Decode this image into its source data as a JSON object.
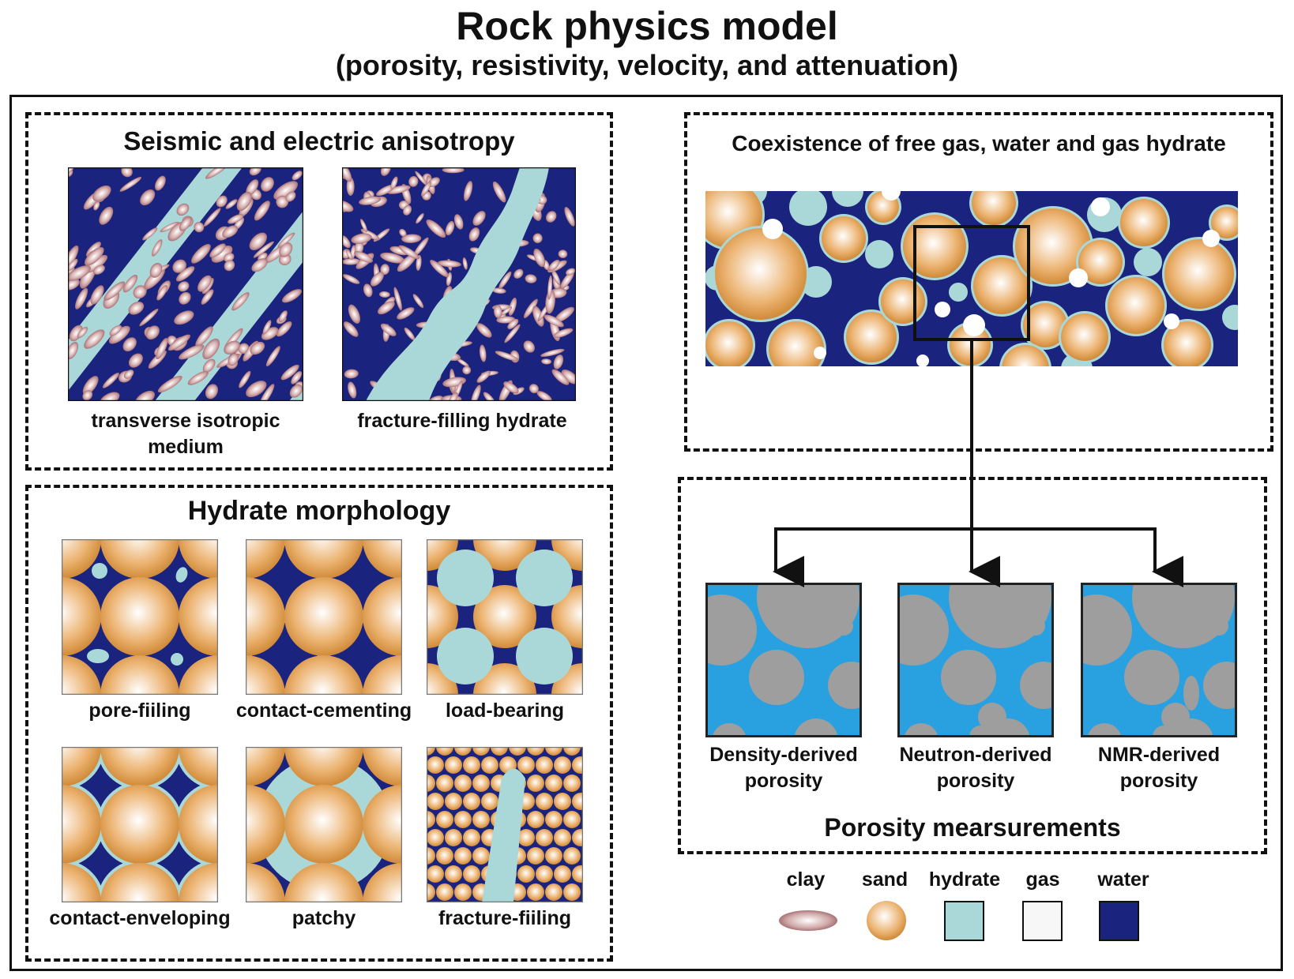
{
  "title": "Rock physics model",
  "subtitle": "(porosity, resistivity, velocity, and attenuation)",
  "anisotropy": {
    "title": "Seismic and electric anisotropy",
    "captions": [
      "transverse isotropic medium",
      "fracture-filling hydrate"
    ]
  },
  "morphology": {
    "title": "Hydrate morphology",
    "captions": [
      "pore-fiiling",
      "contact-cementing",
      "load-bearing",
      "contact-enveloping",
      "patchy",
      "fracture-fiiling"
    ]
  },
  "coexistence": {
    "title": "Coexistence of free gas, water and gas hydrate"
  },
  "porosity": {
    "title": "Porosity mearsurements",
    "captions": [
      "Density-derived porosity",
      "Neutron-derived porosity",
      "NMR-derived porosity"
    ]
  },
  "legend": {
    "items": [
      "clay",
      "sand",
      "hydrate",
      "gas",
      "water"
    ]
  },
  "colors": {
    "water": "#1a237e",
    "hydrate": "#aad8d8",
    "gas": "#ffffff",
    "sand": "#e8a85c",
    "clay": "#b07a80",
    "pore_fluid": "#29a0e0",
    "grain_gray": "#9e9e9e"
  }
}
